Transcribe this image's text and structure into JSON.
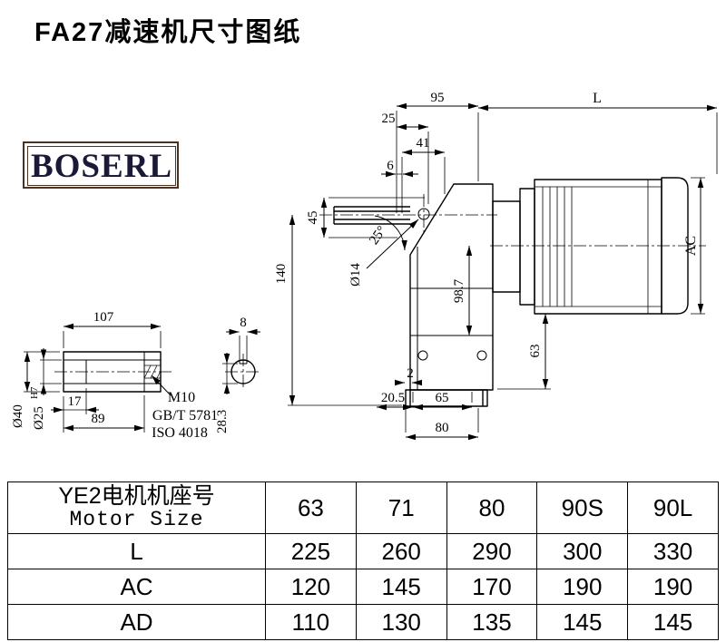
{
  "page": {
    "title": "FA27减速机尺寸图纸"
  },
  "logo": {
    "text": "BOSERL"
  },
  "drawing": {
    "main_view": {
      "dim_95": "95",
      "dim_25": "25",
      "dim_L": "L",
      "dim_41": "41",
      "dim_6": "6",
      "dim_45": "45",
      "angle_25": "25°",
      "dia_14": "Ø14",
      "dim_140": "140",
      "dim_98_7": "98.7",
      "dim_AC": "AC",
      "dim_63": "63",
      "dim_2": "2",
      "dim_20_5": "20.5",
      "dim_65": "65",
      "dim_80": "80"
    },
    "shaft_view": {
      "dim_107": "107",
      "dim_17": "17",
      "dim_89": "89",
      "dia_40": "Ø40",
      "dia_25": "Ø25",
      "dia_25_tol": "H7",
      "thread": "M10",
      "standard_gb": "GB/T 5781",
      "standard_iso": "ISO 4018"
    },
    "section_view": {
      "dim_8": "8",
      "dim_28_3": "28.3"
    }
  },
  "table": {
    "header": {
      "title_cn": "YE2电机机座号",
      "title_en": "Motor Size",
      "sizes": [
        "63",
        "71",
        "80",
        "90S",
        "90L"
      ]
    },
    "rows": [
      {
        "label": "L",
        "values": [
          "225",
          "260",
          "290",
          "300",
          "330"
        ]
      },
      {
        "label": "AC",
        "values": [
          "120",
          "145",
          "170",
          "190",
          "190"
        ]
      },
      {
        "label": "AD",
        "values": [
          "110",
          "130",
          "135",
          "145",
          "145"
        ]
      }
    ]
  },
  "colors": {
    "line": "#000000",
    "logo_frame": "#4a3322",
    "logo_text": "#1a1a38"
  }
}
